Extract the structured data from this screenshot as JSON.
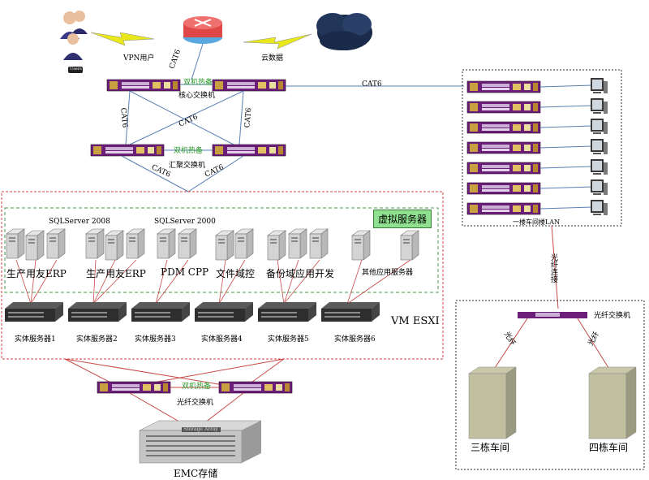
{
  "top": {
    "users_badge": "Users",
    "vpn_label": "VPN用户",
    "cloud_label": "云数据",
    "link_core_router": "CAT6"
  },
  "core": {
    "label": "核心交换机",
    "ha_label": "双机热备",
    "cat6_to_lan": "CAT6",
    "cross_labels": [
      "CAT6",
      "CAT6",
      "CAT6"
    ]
  },
  "aggregation": {
    "label": "汇聚交换机",
    "ha_label": "双机热备",
    "cat6_left": "CAT6",
    "cat6_right": "CAT6"
  },
  "esxi": {
    "virtual_tag": "虚拟服务器",
    "vm_esxi": "VM ESXI",
    "sql_2008": "SQLServer 2008",
    "sql_2000": "SQLServer 2000",
    "groups": [
      "生产用友ERP",
      "生产用友ERP",
      "PDM CPP",
      "文件域控",
      "备份域应用开发",
      "其他应用服务器"
    ],
    "physical": [
      "实体服务器1",
      "实体服务器2",
      "实体服务器3",
      "实体服务器4",
      "实体服务器5",
      "实体服务器6"
    ]
  },
  "storage": {
    "ha_label": "双机热备",
    "fiber_switch": "光纤交换机",
    "array_text": "Storage Array",
    "emc_label": "EMC存储"
  },
  "lan": {
    "label": "一楼车间楼LAN",
    "fiber_link": "光纤连接",
    "switch_count": 7
  },
  "workshop": {
    "fiber_switch": "光纤交换机",
    "link_left": "光纤",
    "link_right": "光纤",
    "building3": "三栋车间",
    "building4": "四栋车间"
  },
  "colors": {
    "switch_body": "#6b1f78",
    "link_blue": "#5a7fb6",
    "link_red": "#c84a4a",
    "bolt": "#e8e81a",
    "dash_red": "#d84040",
    "dash_green": "#4a9a4a"
  }
}
